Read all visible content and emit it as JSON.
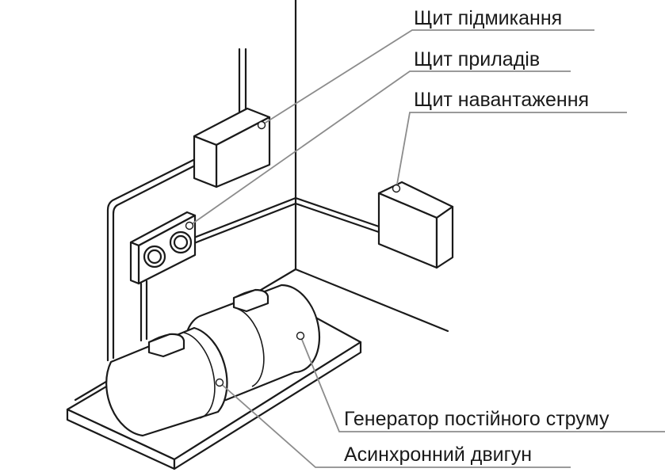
{
  "labels": {
    "connection_panel": "Щит підмикання",
    "instrument_panel": "Щит приладів",
    "load_panel": "Щит навантаження",
    "dc_generator": "Генератор постійного струму",
    "async_motor": "Асинхронний двигун"
  },
  "colors": {
    "line": "#1a1a1a",
    "leader": "#8c8c8c",
    "background": "#ffffff"
  }
}
